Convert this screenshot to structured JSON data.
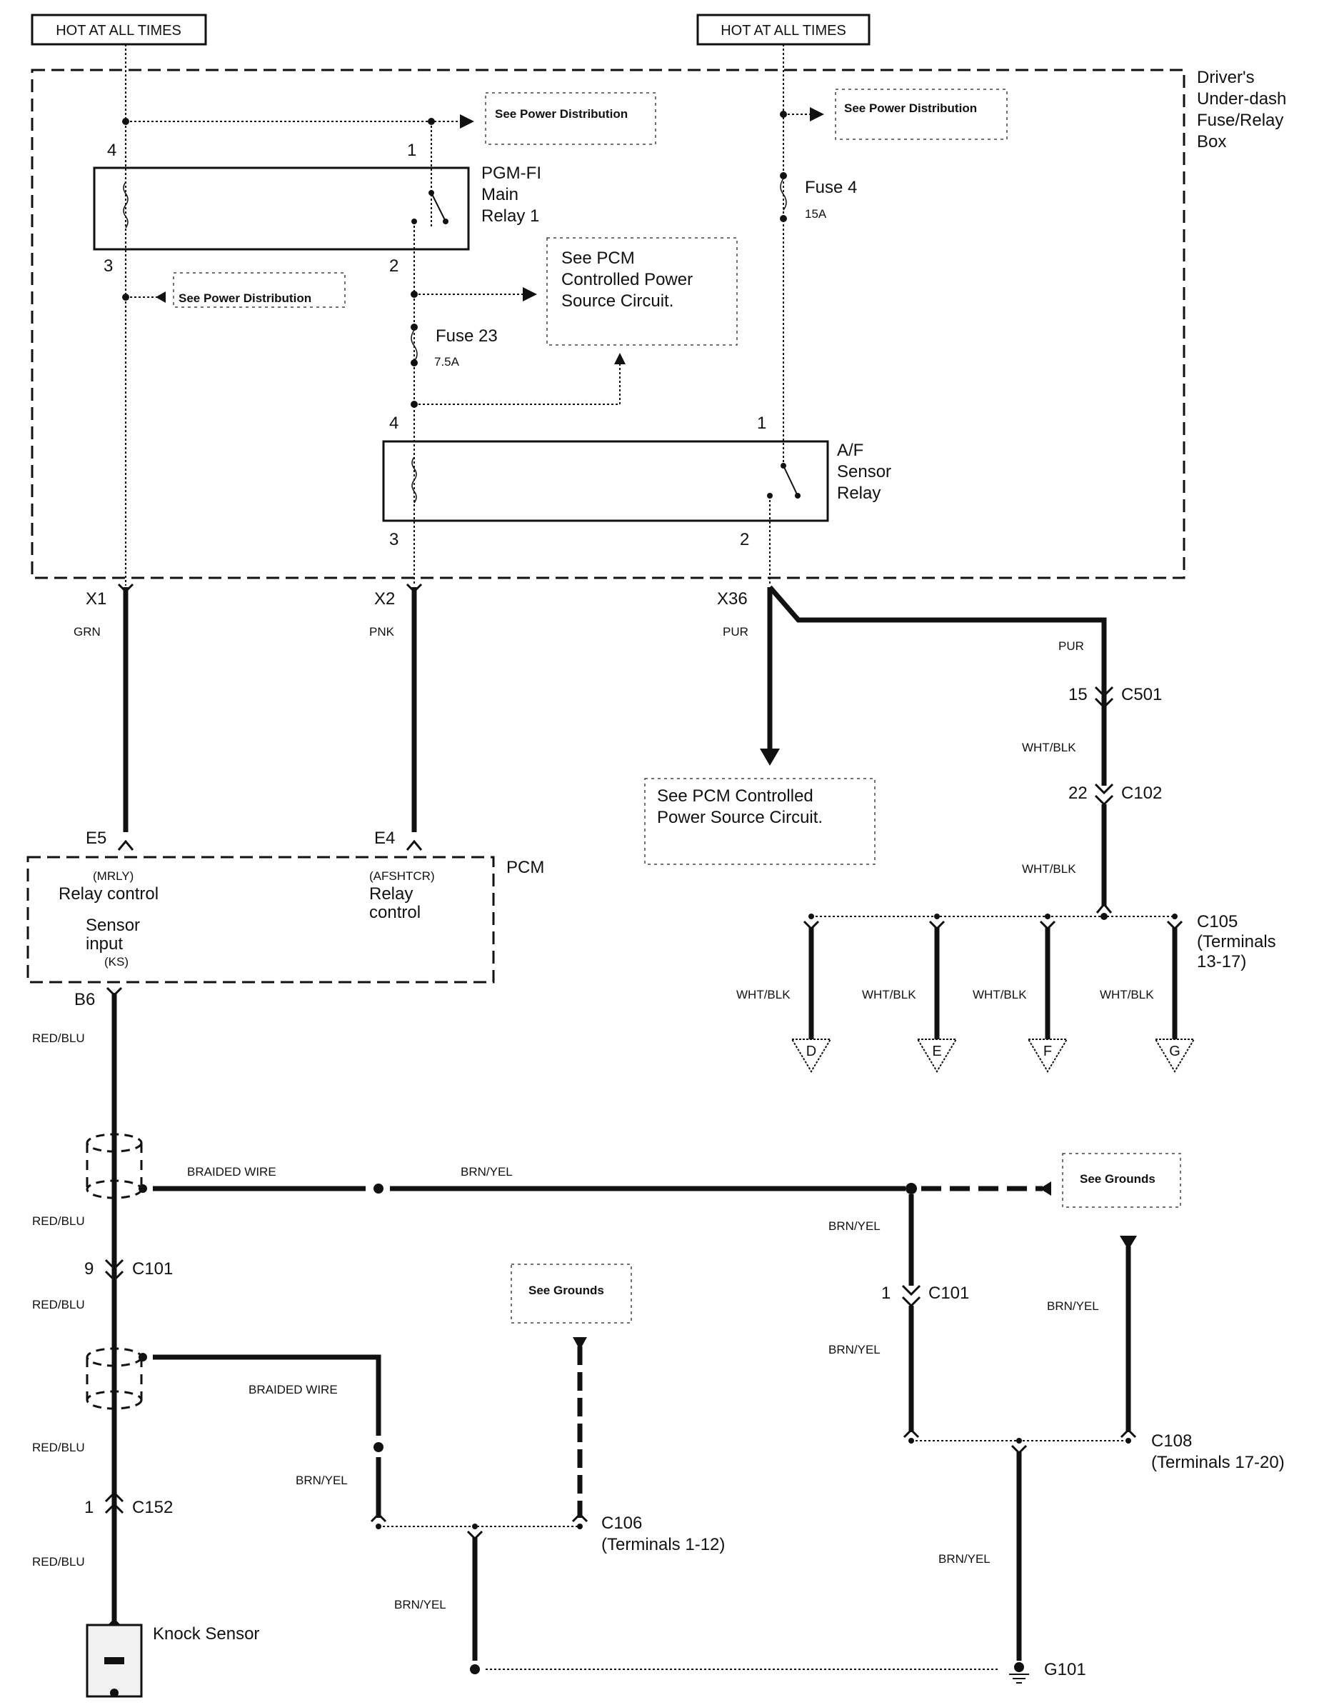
{
  "diagram": {
    "hot_labels": [
      "HOT AT ALL TIMES",
      "HOT AT ALL TIMES"
    ],
    "fuse_box": {
      "title": "Driver's Under-dash Fuse/Relay Box",
      "title_lines": [
        "Driver's",
        "Under-dash",
        "Fuse/Relay",
        "Box"
      ],
      "see_power_distribution": "See Power Distribution",
      "main_relay": {
        "name_lines": [
          "PGM-FI",
          "Main",
          "Relay 1"
        ],
        "pins": {
          "p1": "1",
          "p2": "2",
          "p3": "3",
          "p4": "4"
        }
      },
      "af_relay": {
        "name_lines": [
          "A/F",
          "Sensor",
          "Relay"
        ],
        "pins": {
          "p1": "1",
          "p2": "2",
          "p3": "3",
          "p4": "4"
        }
      },
      "fuse4": {
        "name": "Fuse 4",
        "rating": "15A"
      },
      "fuse23": {
        "name": "Fuse 23",
        "rating": "7.5A"
      },
      "see_pcm_lines": [
        "See PCM",
        "Controlled Power",
        "Source Circuit."
      ]
    },
    "terminals": {
      "x1": "X1",
      "x2": "X2",
      "x36": "X36",
      "e5": "E5",
      "e4": "E4",
      "b6": "B6"
    },
    "wire_colors": {
      "grn": "GRN",
      "pnk": "PNK",
      "pur": "PUR",
      "wht_blk": "WHT/BLK",
      "red_blu": "RED/BLU",
      "brn_yel": "BRN/YEL",
      "braided": "BRAIDED WIRE"
    },
    "pcm": {
      "title": "PCM",
      "mrly": "(MRLY)",
      "relay_control_1": "Relay control",
      "afshtcr": "(AFSHTCR)",
      "relay_control_2_lines": [
        "Relay",
        "control"
      ],
      "sensor_input_lines": [
        "Sensor",
        "input"
      ],
      "ks": "(KS)"
    },
    "see_pcm_lower_lines": [
      "See PCM Controlled",
      "Power Source Circuit."
    ],
    "connectors": {
      "c501": {
        "pin": "15",
        "name": "C501"
      },
      "c102": {
        "pin": "22",
        "name": "C102"
      },
      "c105": {
        "name": "C105",
        "terms_lines": [
          "(Terminals",
          "13-17)"
        ]
      },
      "c101_left": {
        "pin": "9",
        "name": "C101"
      },
      "c101_right": {
        "pin": "1",
        "name": "C101"
      },
      "c152": {
        "pin": "1",
        "name": "C152"
      },
      "c106": {
        "name": "C106",
        "terms": "(Terminals 1-12)"
      },
      "c108": {
        "name": "C108",
        "terms": "(Terminals 17-20)"
      },
      "g101": {
        "name": "G101"
      }
    },
    "off_page": [
      "D",
      "E",
      "F",
      "G"
    ],
    "see_grounds": "See Grounds",
    "knock_sensor": "Knock Sensor"
  }
}
